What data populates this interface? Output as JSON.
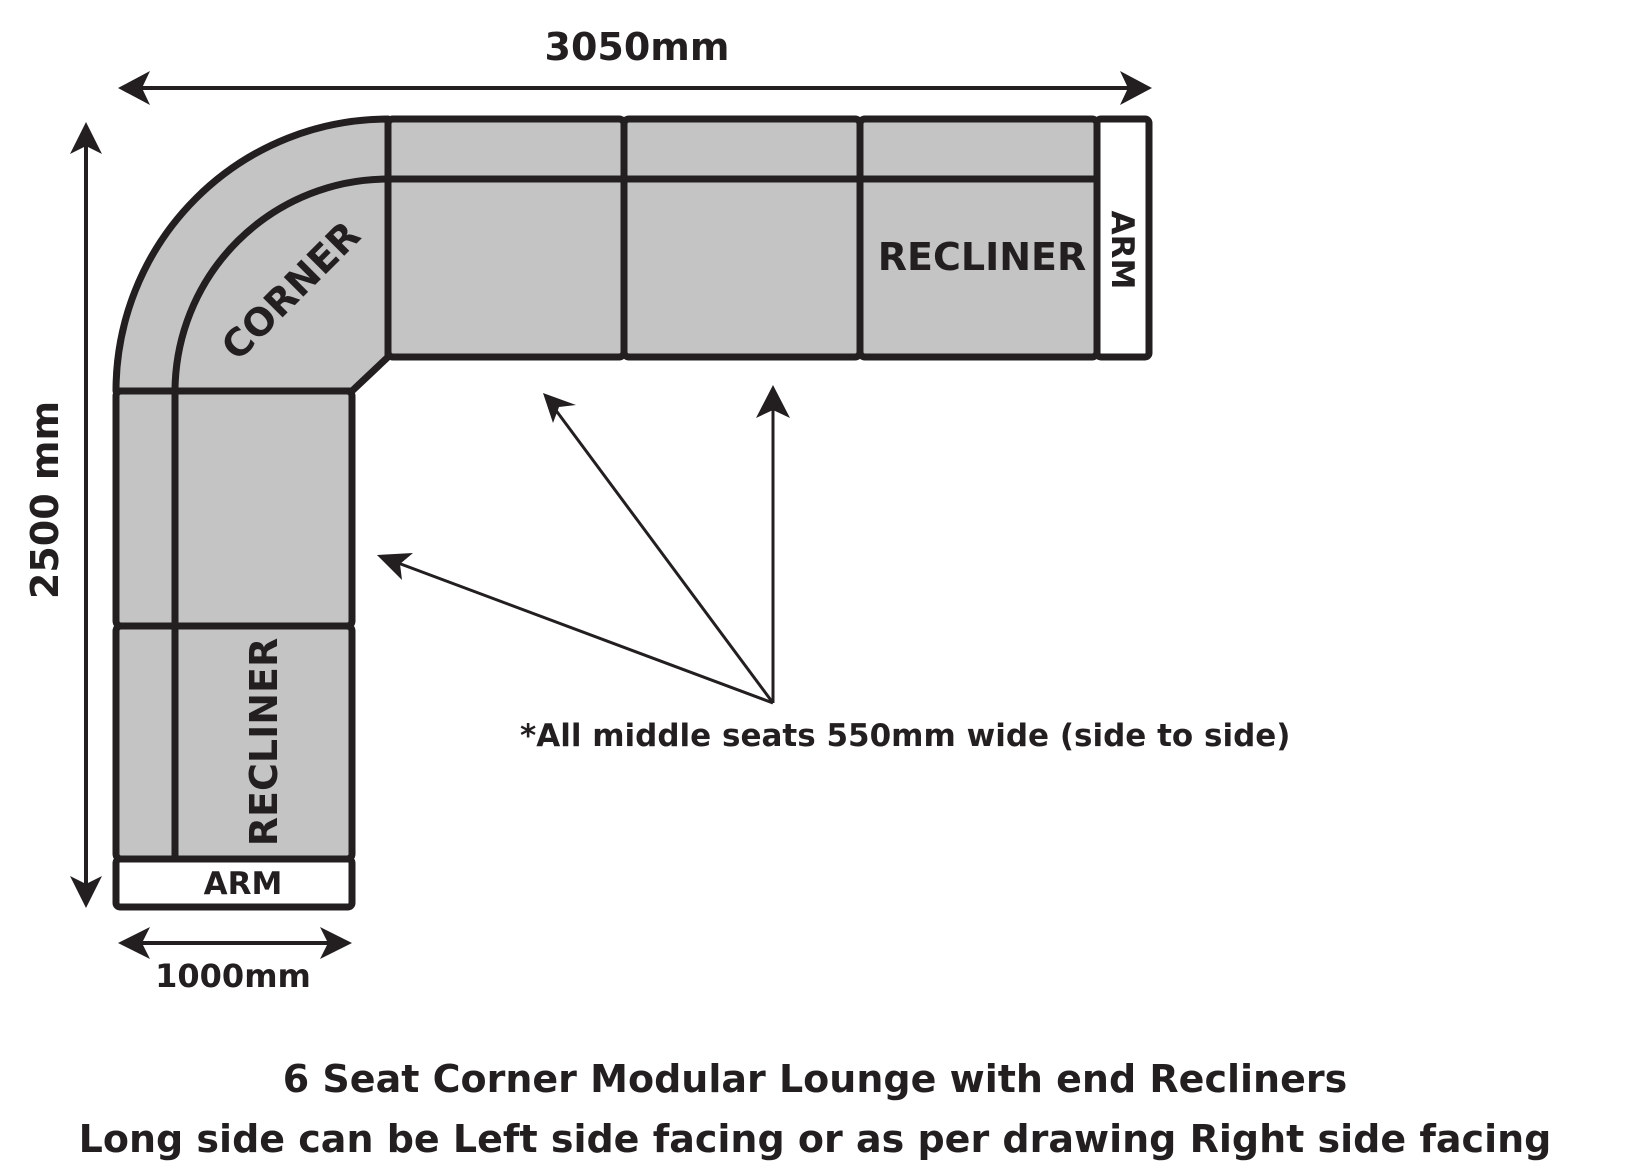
{
  "dimensions": {
    "width_label": "3050mm",
    "height_label": "2500 mm",
    "depth_label": "1000mm"
  },
  "modules": {
    "corner_label": "CORNER",
    "recliner_top_label": "RECLINER",
    "recliner_left_label": "RECLINER",
    "arm_top_label": "ARM",
    "arm_bottom_label": "ARM"
  },
  "annotation": "*All middle seats 550mm wide (side to side)",
  "caption": {
    "line1": "6 Seat Corner Modular Lounge with end Recliners",
    "line2": "Long side can be Left side facing or as per drawing Right side facing"
  },
  "colors": {
    "seat_fill": "#c4c4c4",
    "outline": "#231f20",
    "arm_fill": "#ffffff"
  }
}
